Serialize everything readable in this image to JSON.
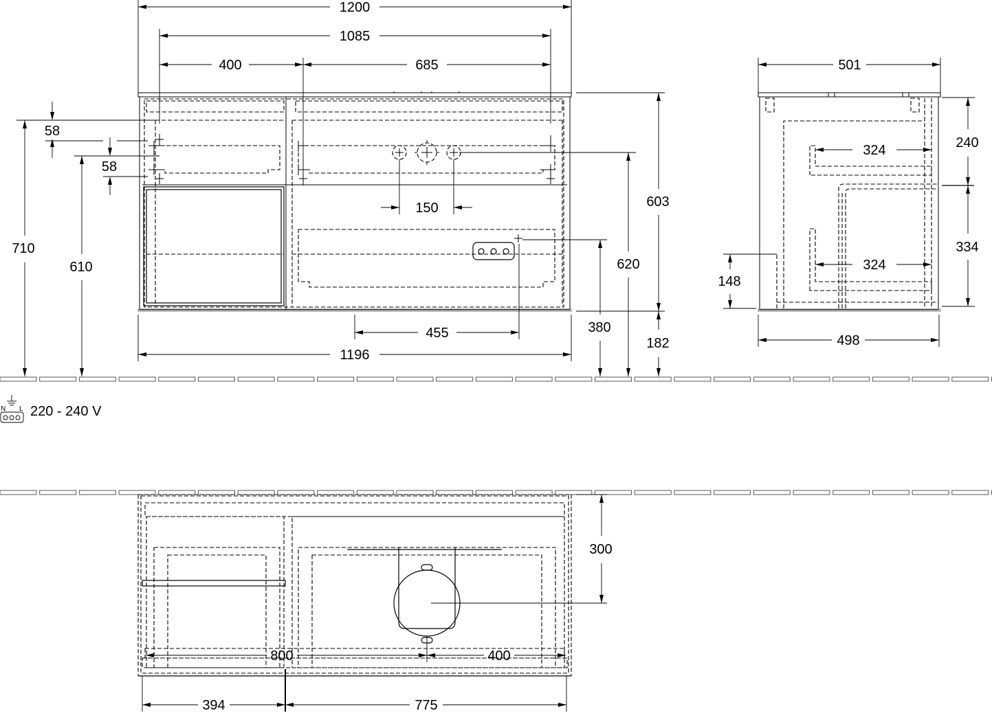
{
  "front_view": {
    "dim_top_width": "1200",
    "dim_inner_width": "1085",
    "dim_left_section": "400",
    "dim_right_section": "685",
    "dim_height_58_a": "58",
    "dim_height_58_b": "58",
    "dim_total_height": "710",
    "dim_height_610": "610",
    "dim_hole_spacing": "150",
    "dim_body_height": "603",
    "dim_height_620": "620",
    "dim_socket_offset": "455",
    "dim_socket_height": "380",
    "dim_floor_gap": "182",
    "dim_body_width": "1196"
  },
  "side_view": {
    "dim_depth_top": "501",
    "dim_upper_height": "240",
    "dim_upper_depth": "324",
    "dim_lower_height": "334",
    "dim_lower_depth": "324",
    "dim_height_148": "148",
    "dim_depth_bottom": "498"
  },
  "legend": {
    "voltage": "220 - 240 V",
    "n_label": "N",
    "l_label": "L",
    "icon": "power-socket-icon"
  },
  "plan_view": {
    "dim_depth_300": "300",
    "dim_offset_800": "800",
    "dim_offset_400": "400",
    "dim_left_width": "394",
    "dim_right_width": "775"
  }
}
